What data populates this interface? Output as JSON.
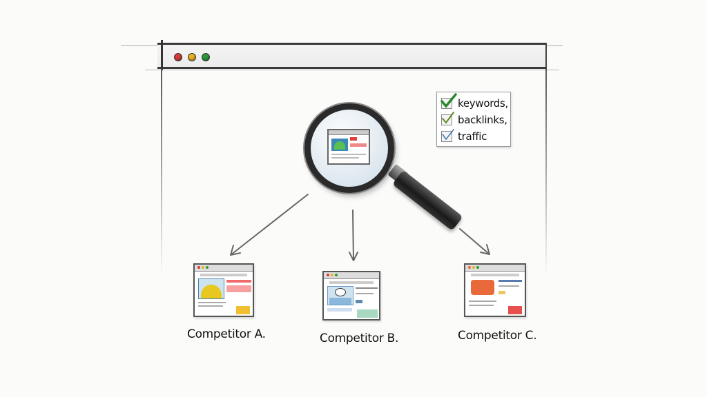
{
  "browser": {
    "window_controls": [
      {
        "name": "close",
        "color": "#d93a3a"
      },
      {
        "name": "minimize",
        "color": "#e8b21f"
      },
      {
        "name": "maximize",
        "color": "#2c9a3a"
      }
    ]
  },
  "checklist": {
    "items": [
      {
        "label": "keywords,",
        "checked": true,
        "check_color": "#2a8a2a"
      },
      {
        "label": "backlinks,",
        "checked": true,
        "check_color": "#5c8a22"
      },
      {
        "label": "traffic",
        "checked": true,
        "check_color": "#4a7ab8"
      }
    ]
  },
  "magnifier": {
    "icon": "magnifying-glass-icon"
  },
  "competitors": [
    {
      "label": "Competitor A.",
      "accent": "#e8c820",
      "highlight": "#f06a6a"
    },
    {
      "label": "Competitor B.",
      "accent": "#8ab8dc",
      "highlight": "#5a8ab0"
    },
    {
      "label": "Competitor C.",
      "accent": "#e86a3a",
      "highlight": "#e85050"
    }
  ],
  "colors": {
    "sketch_line": "#3a3a3a",
    "arrow": "#666666",
    "background": "#fbfbfa"
  }
}
